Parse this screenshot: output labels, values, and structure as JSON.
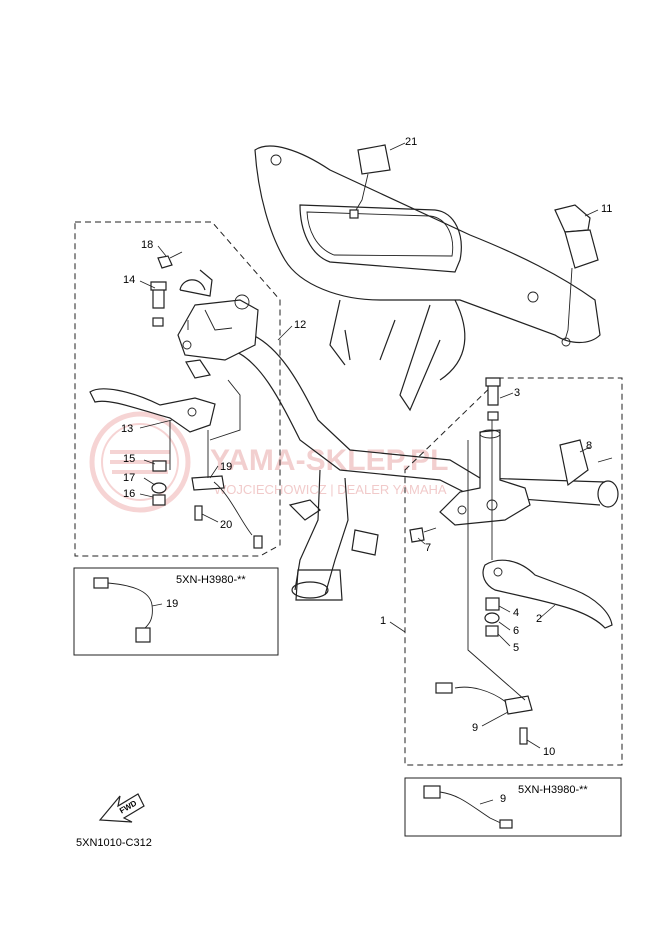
{
  "diagram": {
    "part_numbers": {
      "p1": "1",
      "p2": "2",
      "p3": "3",
      "p4": "4",
      "p5": "5",
      "p6": "6",
      "p7": "7",
      "p8": "8",
      "p9a": "9",
      "p9b": "9",
      "p10": "10",
      "p11": "11",
      "p12": "12",
      "p13": "13",
      "p14": "14",
      "p15": "15",
      "p16": "16",
      "p17": "17",
      "p18": "18",
      "p19a": "19",
      "p19b": "19",
      "p20": "20",
      "p21": "21"
    },
    "inset_left_code": "5XN-H3980-**",
    "inset_right_code": "5XN-H3980-**",
    "fwd_label": "FWD",
    "drawing_code": "5XN1010-C312",
    "watermark_main": "YAMA-SKLEP.PL",
    "watermark_sub": "WOJCIECHOWICZ | DEALER YAMAHA"
  }
}
